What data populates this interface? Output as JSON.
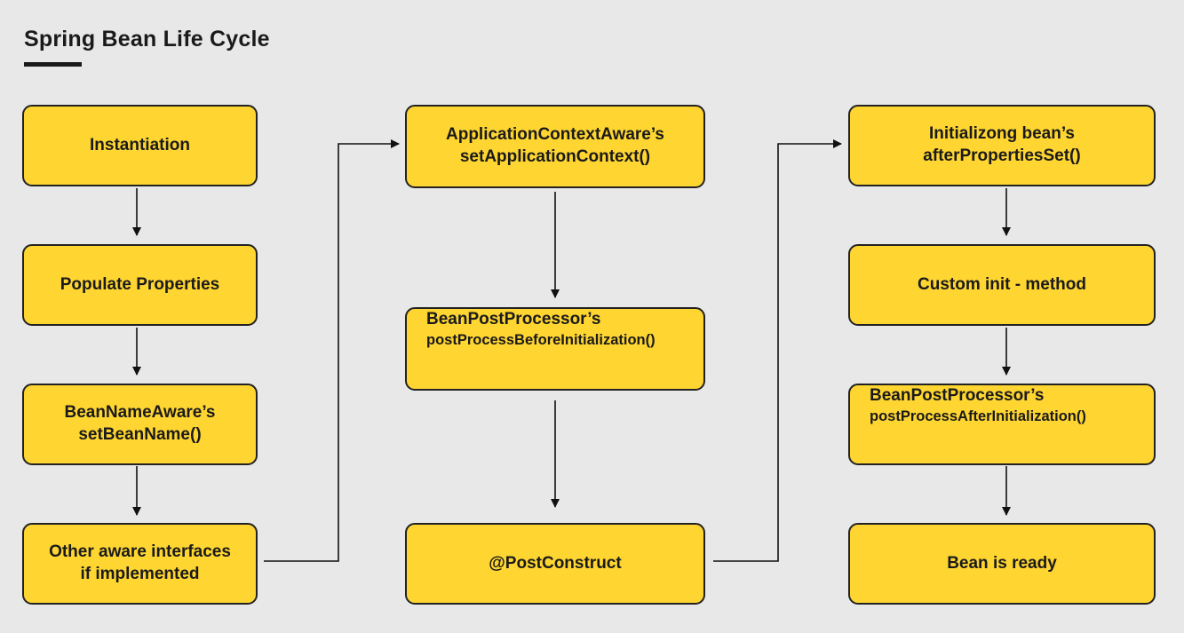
{
  "title": "Spring Bean Life Cycle",
  "nodes": [
    {
      "id": "instantiation",
      "line1": "Instantiation",
      "line2": ""
    },
    {
      "id": "populate",
      "line1": "Populate Properties",
      "line2": ""
    },
    {
      "id": "beannameaware",
      "line1": "BeanNameAware’s",
      "line2": "setBeanName()"
    },
    {
      "id": "otheraware",
      "line1": "Other aware interfaces",
      "line2": "if implemented"
    },
    {
      "id": "appctx",
      "line1": "ApplicationContextAware’s",
      "line2": "setApplicationContext()"
    },
    {
      "id": "bpp-before",
      "line1": "BeanPostProcessor’s",
      "line2": "postProcessBeforeInitialization()"
    },
    {
      "id": "postconstruct",
      "line1": "@PostConstruct",
      "line2": ""
    },
    {
      "id": "afterprops",
      "line1": "Initializong bean’s",
      "line2": "afterPropertiesSet()"
    },
    {
      "id": "custominit",
      "line1": "Custom init - method",
      "line2": ""
    },
    {
      "id": "bpp-after",
      "line1": "BeanPostProcessor’s",
      "line2": "postProcessAfterInitialization()"
    },
    {
      "id": "ready",
      "line1": "Bean is ready",
      "line2": ""
    }
  ],
  "edges": [
    [
      "instantiation",
      "populate"
    ],
    [
      "populate",
      "beannameaware"
    ],
    [
      "beannameaware",
      "otheraware"
    ],
    [
      "otheraware",
      "appctx"
    ],
    [
      "appctx",
      "bpp-before"
    ],
    [
      "bpp-before",
      "postconstruct"
    ],
    [
      "postconstruct",
      "afterprops"
    ],
    [
      "afterprops",
      "custominit"
    ],
    [
      "custominit",
      "bpp-after"
    ],
    [
      "bpp-after",
      "ready"
    ]
  ],
  "colors": {
    "box": "#fed531",
    "border": "#222222",
    "background": "#e8e8e8"
  }
}
